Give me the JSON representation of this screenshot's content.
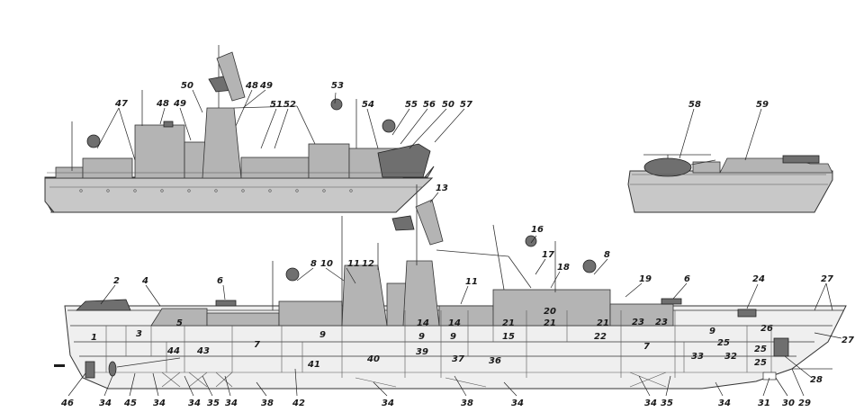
{
  "top_view": {
    "callouts": [
      "47",
      "48",
      "49",
      "50",
      "48",
      "49",
      "51",
      "52",
      "53",
      "54",
      "55",
      "56",
      "50",
      "57"
    ]
  },
  "heli_view": {
    "callouts": [
      "58",
      "59"
    ]
  },
  "side_view": {
    "top_callouts": [
      "2",
      "4",
      "6",
      "8",
      "10",
      "11",
      "12",
      "13",
      "11",
      "16",
      "17",
      "18",
      "8",
      "19",
      "6",
      "24",
      "27",
      "27"
    ],
    "compartments": [
      "1",
      "3",
      "5",
      "7",
      "9",
      "14",
      "14",
      "9",
      "9",
      "21",
      "21",
      "21",
      "20",
      "23",
      "23",
      "26",
      "44",
      "43",
      "41",
      "40",
      "39",
      "37",
      "36",
      "15",
      "22",
      "7",
      "33",
      "25",
      "25",
      "25",
      "32"
    ],
    "bottom_callouts": [
      "46",
      "34",
      "45",
      "34",
      "34",
      "35",
      "34",
      "38",
      "42",
      "34",
      "38",
      "34",
      "34",
      "35",
      "34",
      "31",
      "30",
      "29",
      "28"
    ]
  }
}
